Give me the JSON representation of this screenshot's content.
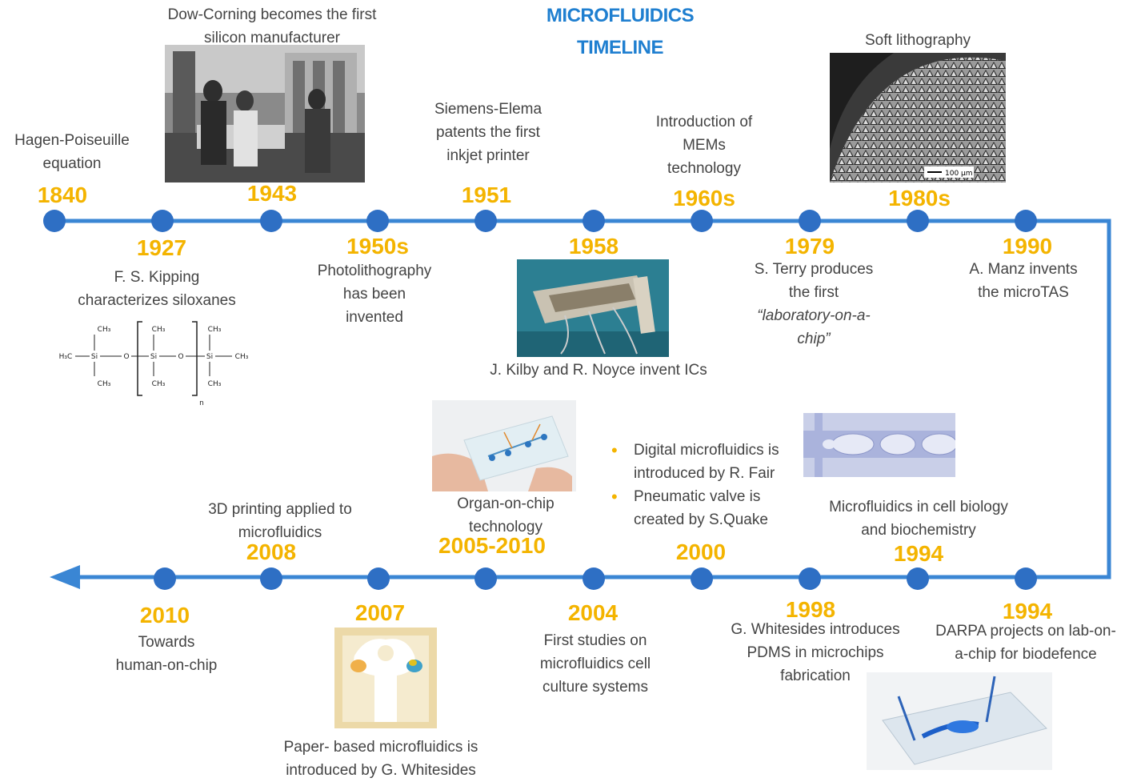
{
  "title": {
    "line1": "MICROFLUIDICS",
    "line2": "TIMELINE"
  },
  "colors": {
    "line": "#3a86d4",
    "node": "#2e6fc4",
    "year": "#f4b400",
    "title": "#1f7fd0",
    "text": "#444444"
  },
  "top_row": [
    {
      "year": "1840",
      "lines": [
        "Hagen-Poiseuille",
        "equation"
      ]
    },
    {
      "year": "1943",
      "lines": [
        "Dow-Corning becomes the first",
        "silicon manufacturer"
      ]
    },
    {
      "year": "1951",
      "lines": [
        "Siemens-Elema",
        "patents the first",
        "inkjet printer"
      ]
    },
    {
      "year": "1960s",
      "lines": [
        "Introduction of",
        "MEMs",
        "technology"
      ]
    },
    {
      "year": "1980s",
      "lines": [
        "Soft lithography"
      ]
    }
  ],
  "top_row_below": [
    {
      "year": "1927",
      "lines": [
        "F. S. Kipping",
        "characterizes siloxanes"
      ]
    },
    {
      "year": "1950s",
      "lines": [
        "Photolithography",
        "has been",
        "invented"
      ]
    },
    {
      "year": "1958",
      "lines": [
        "J. Kilby and R. Noyce invent ICs"
      ]
    },
    {
      "year": "1979",
      "lines": [
        "S. Terry produces",
        "the first",
        "“laboratory-on-a-",
        "chip”"
      ]
    },
    {
      "year": "1990",
      "lines": [
        "A. Manz invents",
        "the microTAS"
      ]
    }
  ],
  "bottom_row_above": [
    {
      "year": "2008",
      "lines": [
        "3D printing applied to",
        "microfluidics"
      ]
    },
    {
      "year": "2005-2010",
      "lines": [
        "Organ-on-chip",
        "technology"
      ]
    },
    {
      "year": "2000",
      "bullets": [
        [
          "Digital microfluidics is",
          "introduced by R. Fair"
        ],
        [
          "Pneumatic valve is",
          "created by S.Quake"
        ]
      ]
    },
    {
      "year": "1994",
      "lines": [
        "Microfluidics in cell biology",
        "and biochemistry"
      ]
    }
  ],
  "bottom_row_below": [
    {
      "year": "2010",
      "lines": [
        "Towards",
        "human-on-chip"
      ]
    },
    {
      "year": "2007",
      "lines": [
        "Paper- based microfluidics is",
        "introduced by G. Whitesides"
      ]
    },
    {
      "year": "2004",
      "lines": [
        "First studies on",
        "microfluidics cell",
        "culture systems"
      ]
    },
    {
      "year": "1998",
      "lines": [
        "G. Whitesides introduces",
        "PDMS in microchips",
        "fabrication"
      ]
    },
    {
      "year": "1994",
      "lines": [
        "DARPA projects on lab-on-",
        "a-chip for biodefence"
      ]
    }
  ],
  "chem": {
    "ch3": "CH₃",
    "h3c": "H₃C",
    "si": "Si",
    "o": "O",
    "n": "n"
  },
  "scale_label": "100 μm"
}
